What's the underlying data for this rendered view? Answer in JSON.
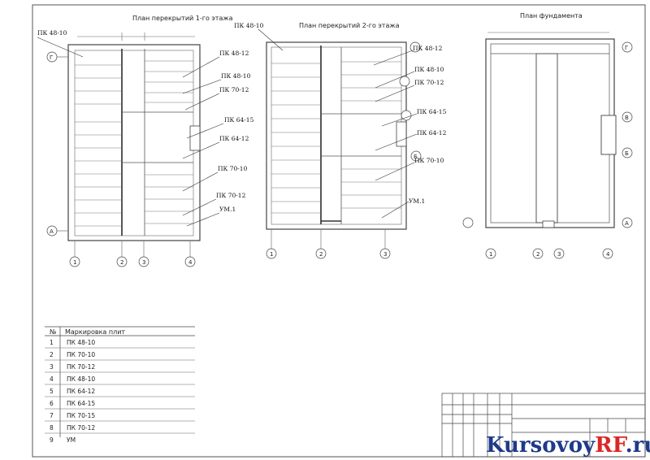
{
  "plans": {
    "floor1_title": "План перекрытий 1-го этажа",
    "floor2_title": "План перекрытий 2-го этажа",
    "foundation_title": "План фундамента"
  },
  "callouts": {
    "f1_pk4810_top": "ПК 48-10",
    "f1_pk4812": "ПК 48-12",
    "f1_pk4810": "ПК 48-10",
    "f1_pk7012_a": "ПК 70-12",
    "f1_pk6415": "ПК 64-15",
    "f1_pk6412": "ПК 64-12",
    "f1_pk7010": "ПК 70-10",
    "f1_pk7012_b": "ПК 70-12",
    "f1_um1": "УМ.1",
    "f2_pk4810_top": "ПК 48-10",
    "f2_pk4812": "ПК 48-12",
    "f2_pk4810": "ПК 48-10",
    "f2_pk7012": "ПК 70-12",
    "f2_pk6415": "ПК 64-15",
    "f2_pk6412": "ПК 64-12",
    "f2_pk7010": "ПК 70-10",
    "f2_um1": "УМ.1"
  },
  "axes": {
    "f1_row_top": "Г",
    "f1_row_bottom": "А",
    "f1_cols": [
      "1",
      "2",
      "3",
      "4"
    ],
    "f2_col_right": "Б",
    "f2_cols": [
      "1",
      "2",
      "3"
    ],
    "fd_row_top": "Г",
    "fd_row_right_b": "В",
    "fd_row_right_c": "Б",
    "fd_row_bottom": "А",
    "fd_cols": [
      "1",
      "2",
      "3",
      "4"
    ]
  },
  "table": {
    "header_no": "№",
    "header_mark": "Маркировка плит",
    "rows": [
      {
        "no": "1",
        "mark": "ПК 48-10"
      },
      {
        "no": "2",
        "mark": "ПК 70-10"
      },
      {
        "no": "3",
        "mark": "ПК 70-12"
      },
      {
        "no": "4",
        "mark": "ПК 48-10"
      },
      {
        "no": "5",
        "mark": "ПК 64-12"
      },
      {
        "no": "6",
        "mark": "ПК 64-15"
      },
      {
        "no": "7",
        "mark": "ПК 70-15"
      },
      {
        "no": "8",
        "mark": "ПК 70-12"
      },
      {
        "no": "9",
        "mark": "УМ"
      }
    ]
  },
  "watermark": {
    "text_main": "Kursovoy",
    "text_accent": "RF",
    "text_tail": ".ru",
    "color_main": "#1e3a8a",
    "color_accent": "#dc2626"
  },
  "colors": {
    "line": "#333333",
    "wall": "#444444"
  }
}
